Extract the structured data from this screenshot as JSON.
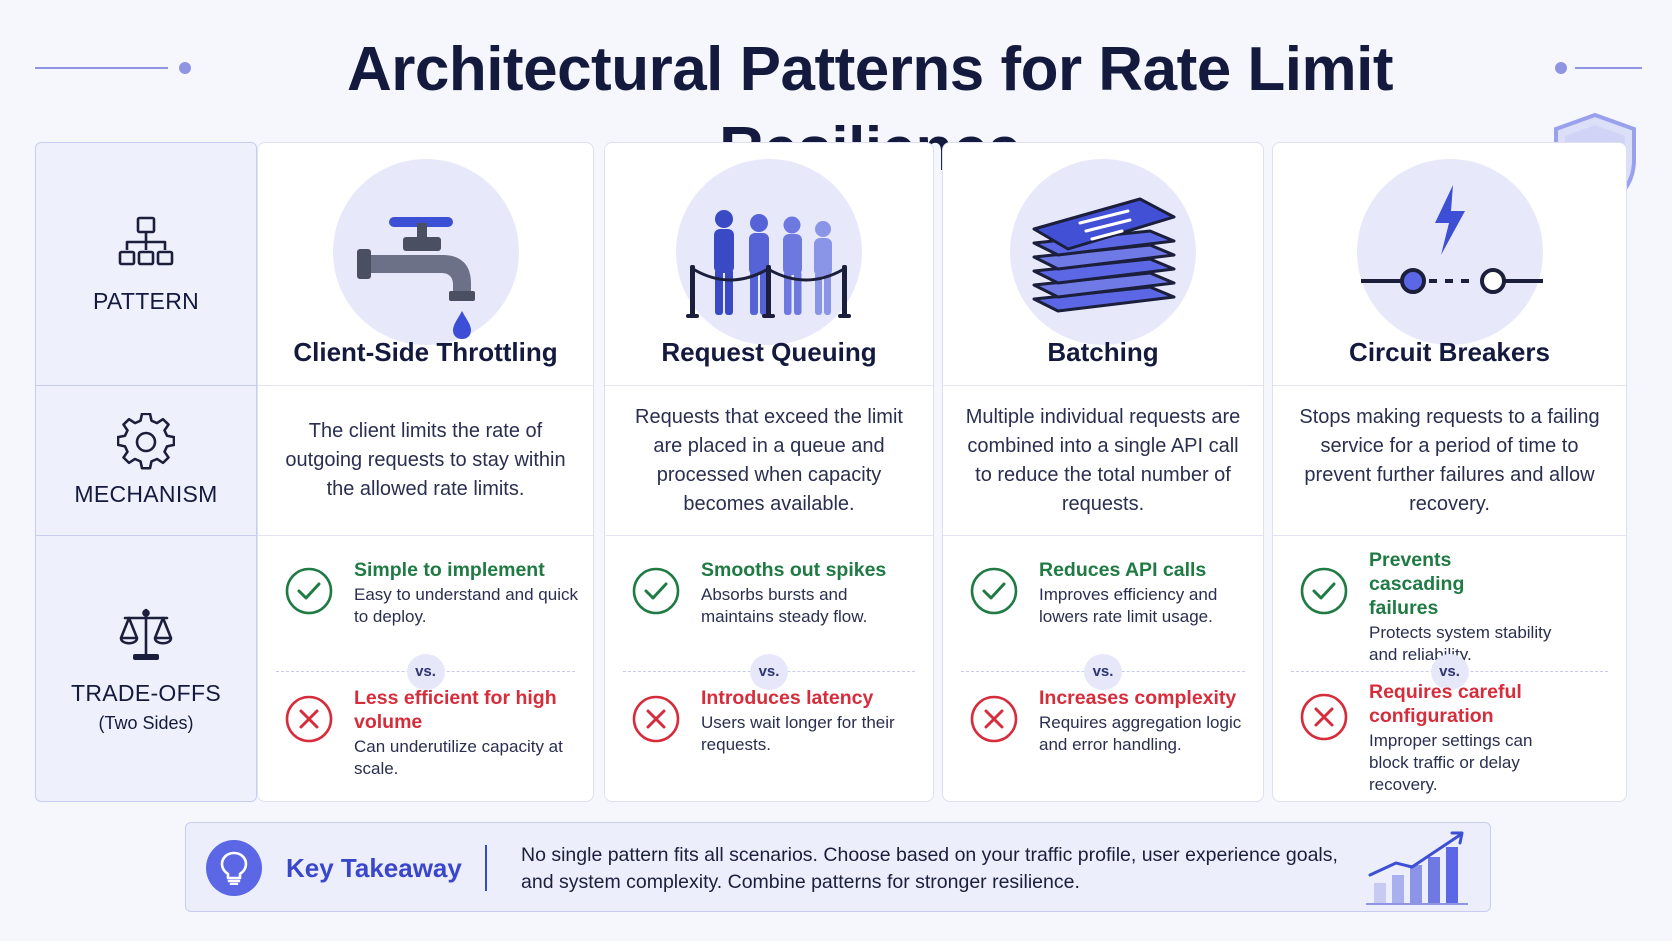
{
  "title": "Architectural Patterns for Rate Limit Resilience",
  "row_labels": {
    "pattern": "PATTERN",
    "mechanism": "MECHANISM",
    "tradeoffs": "TRADE-OFFS",
    "tradeoffs_sub": "(Two Sides)"
  },
  "vs_label": "vs.",
  "patterns": [
    {
      "name": "Client-Side Throttling",
      "illustration": "faucet-icon",
      "mechanism": "The client limits the rate of outgoing requests to stay within the allowed rate limits.",
      "pro": {
        "title": "Simple to implement",
        "desc": "Easy to understand and quick to deploy."
      },
      "con": {
        "title": "Less efficient for high volume",
        "desc": "Can underutilize capacity at scale."
      }
    },
    {
      "name": "Request Queuing",
      "illustration": "people-queue-icon",
      "mechanism": "Requests that exceed the limit are placed in a queue and processed when capacity becomes available.",
      "pro": {
        "title": "Smooths out spikes",
        "desc": "Absorbs bursts and maintains steady flow."
      },
      "con": {
        "title": "Introduces latency",
        "desc": "Users wait longer for their requests."
      }
    },
    {
      "name": "Batching",
      "illustration": "stacked-documents-icon",
      "mechanism": "Multiple individual requests are combined into a single API call to reduce the total number of requests.",
      "pro": {
        "title": "Reduces API calls",
        "desc": "Improves efficiency and lowers rate limit usage."
      },
      "con": {
        "title": "Increases complexity",
        "desc": "Requires aggregation logic and error handling."
      }
    },
    {
      "name": "Circuit Breakers",
      "illustration": "circuit-breaker-icon",
      "mechanism": "Stops making requests to a failing service for a period of time to prevent further failures and allow recovery.",
      "pro": {
        "title": "Prevents cascading failures",
        "desc": "Protects system stability and reliability."
      },
      "con": {
        "title": "Requires careful configuration",
        "desc": "Improper settings can block traffic or delay recovery."
      }
    }
  ],
  "takeaway": {
    "title": "Key Takeaway",
    "text": "No single pattern fits all scenarios. Choose based on your traffic profile, user experience goals, and system complexity. Combine patterns for stronger resilience."
  },
  "colors": {
    "accent": "#5b67e4",
    "pro": "#1f7a43",
    "con": "#d62d3c",
    "heading": "#141a3d"
  }
}
